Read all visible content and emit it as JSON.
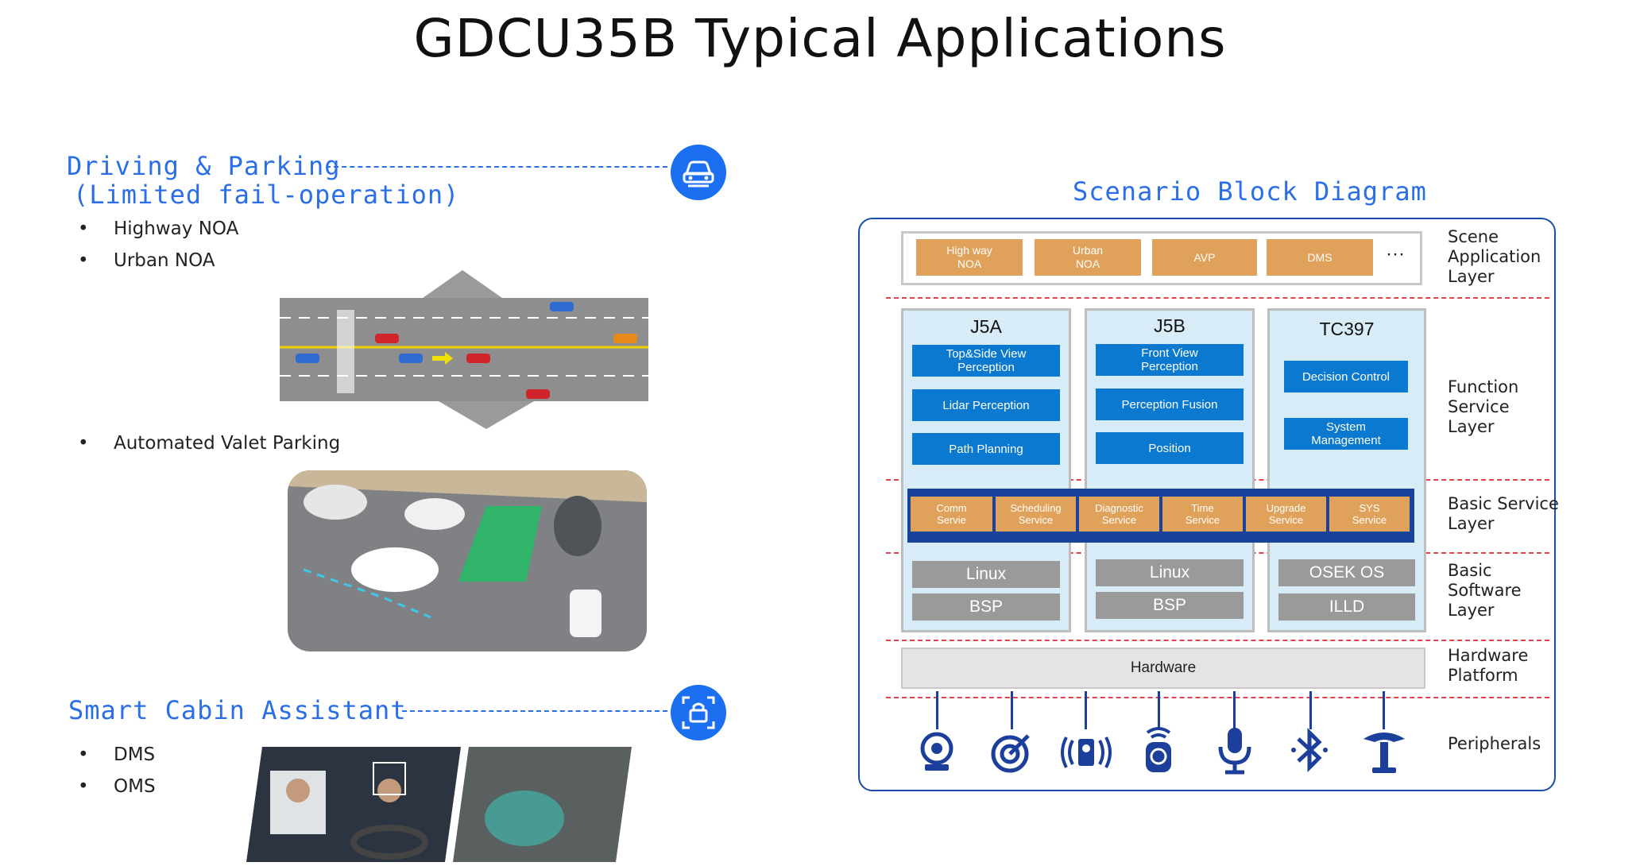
{
  "title": "GDCU35B Typical Applications",
  "left": {
    "driving": {
      "heading_line1": "Driving & Parking",
      "heading_line2": "(Limited fail-operation)",
      "icon": "car-icon",
      "bullets": [
        "Highway NOA",
        "Urban NOA"
      ],
      "bullet_avp": "Automated Valet Parking"
    },
    "cabin": {
      "heading": "Smart Cabin Assistant",
      "icon": "cabin-camera-icon",
      "bullets": [
        "DMS",
        "OMS"
      ]
    }
  },
  "diagram": {
    "title": "Scenario Block Diagram",
    "scene_items": [
      "High way\nNOA",
      "Urban\nNOA",
      "AVP",
      "DMS"
    ],
    "scene_more": "···",
    "layers": {
      "scene": "Scene\nApplication\nLayer",
      "function": "Function\nService\nLayer",
      "basic_service": "Basic Service\nLayer",
      "basic_software": "Basic\nSoftware\nLayer",
      "hardware": "Hardware\nPlatform",
      "peripherals": "Peripherals"
    },
    "columns": [
      {
        "name": "J5A",
        "functions": [
          "Top&Side View\nPerception",
          "Lidar Perception",
          "Path Planning"
        ],
        "software": [
          "Linux",
          "BSP"
        ]
      },
      {
        "name": "J5B",
        "functions": [
          "Front View\nPerception",
          "Perception Fusion",
          "Position"
        ],
        "software": [
          "Linux",
          "BSP"
        ]
      },
      {
        "name": "TC397",
        "functions": [
          "Decision Control",
          "System\nManagement"
        ],
        "software": [
          "OSEK OS",
          "ILLD"
        ]
      }
    ],
    "services": [
      "Comm\nServie",
      "Scheduling\nService",
      "Diagnostic\nService",
      "Time\nService",
      "Upgrade\nService",
      "SYS\nService"
    ],
    "hardware": "Hardware",
    "peripheral_icons": [
      "camera-icon",
      "radar-icon",
      "lidar-icon",
      "ultrasonic-icon",
      "microphone-icon",
      "bluetooth-icon",
      "gnss-antenna-icon"
    ],
    "colors": {
      "accent": "#2a6ee8",
      "frame": "#1b4ea8",
      "orange": "#e0a25a",
      "blue": "#0b79d0",
      "grey": "#9a9a9a",
      "column_bg": "#d8ecf8",
      "layer_divider": "#e0424a"
    }
  }
}
